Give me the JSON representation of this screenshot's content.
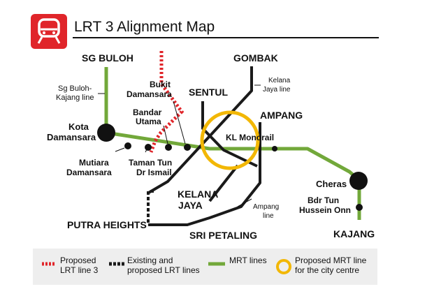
{
  "title": "LRT 3 Alignment Map",
  "icon": "train-icon",
  "colors": {
    "brand_red": "#e0252a",
    "mrt_green": "#72a83a",
    "lrt_black": "#1a1a1a",
    "proposed_red": "#e0252a",
    "ring_yellow": "#f2b705",
    "legend_bg": "#eeeeee"
  },
  "labels": {
    "sg_buloh": "SG BULOH",
    "sg_buloh_kajang_line_1": "Sg Buloh-",
    "sg_buloh_kajang_line_2": "Kajang line",
    "kota_damansara_1": "Kota",
    "kota_damansara_2": "Damansara",
    "mutiara_damansara_1": "Mutiara",
    "mutiara_damansara_2": "Damansara",
    "taman_tun_1": "Taman Tun",
    "taman_tun_2": "Dr Ismail",
    "bandar_utama_1": "Bandar",
    "bandar_utama_2": "Utama",
    "bukit_damansara_1": "Bukit",
    "bukit_damansara_2": "Damansara",
    "sentul": "SENTUL",
    "gombak": "GOMBAK",
    "kelana_jaya_line_1": "Kelana",
    "kelana_jaya_line_2": "Jaya line",
    "ampang": "AMPANG",
    "kl_monorail": "KL Monorail",
    "kelana_jaya_1": "KELANA",
    "kelana_jaya_2": "JAYA",
    "ampang_line_1": "Ampang",
    "ampang_line_2": "line",
    "putra_heights": "PUTRA HEIGHTS",
    "sri_petaling": "SRI PETALING",
    "cheras": "Cheras",
    "bdr_tun_1": "Bdr Tun",
    "bdr_tun_2": "Hussein Onn",
    "kajang": "KAJANG"
  },
  "legend": [
    {
      "label_1": "Proposed",
      "label_2": "LRT line 3",
      "symbol": "dashed-red"
    },
    {
      "label_1": "Existing and",
      "label_2": "proposed LRT lines",
      "symbol": "dashed-black"
    },
    {
      "label_1": "MRT lines",
      "label_2": "",
      "symbol": "solid-green"
    },
    {
      "label_1": "Proposed MRT line",
      "label_2": "for the city centre",
      "symbol": "yellow-ring"
    }
  ]
}
